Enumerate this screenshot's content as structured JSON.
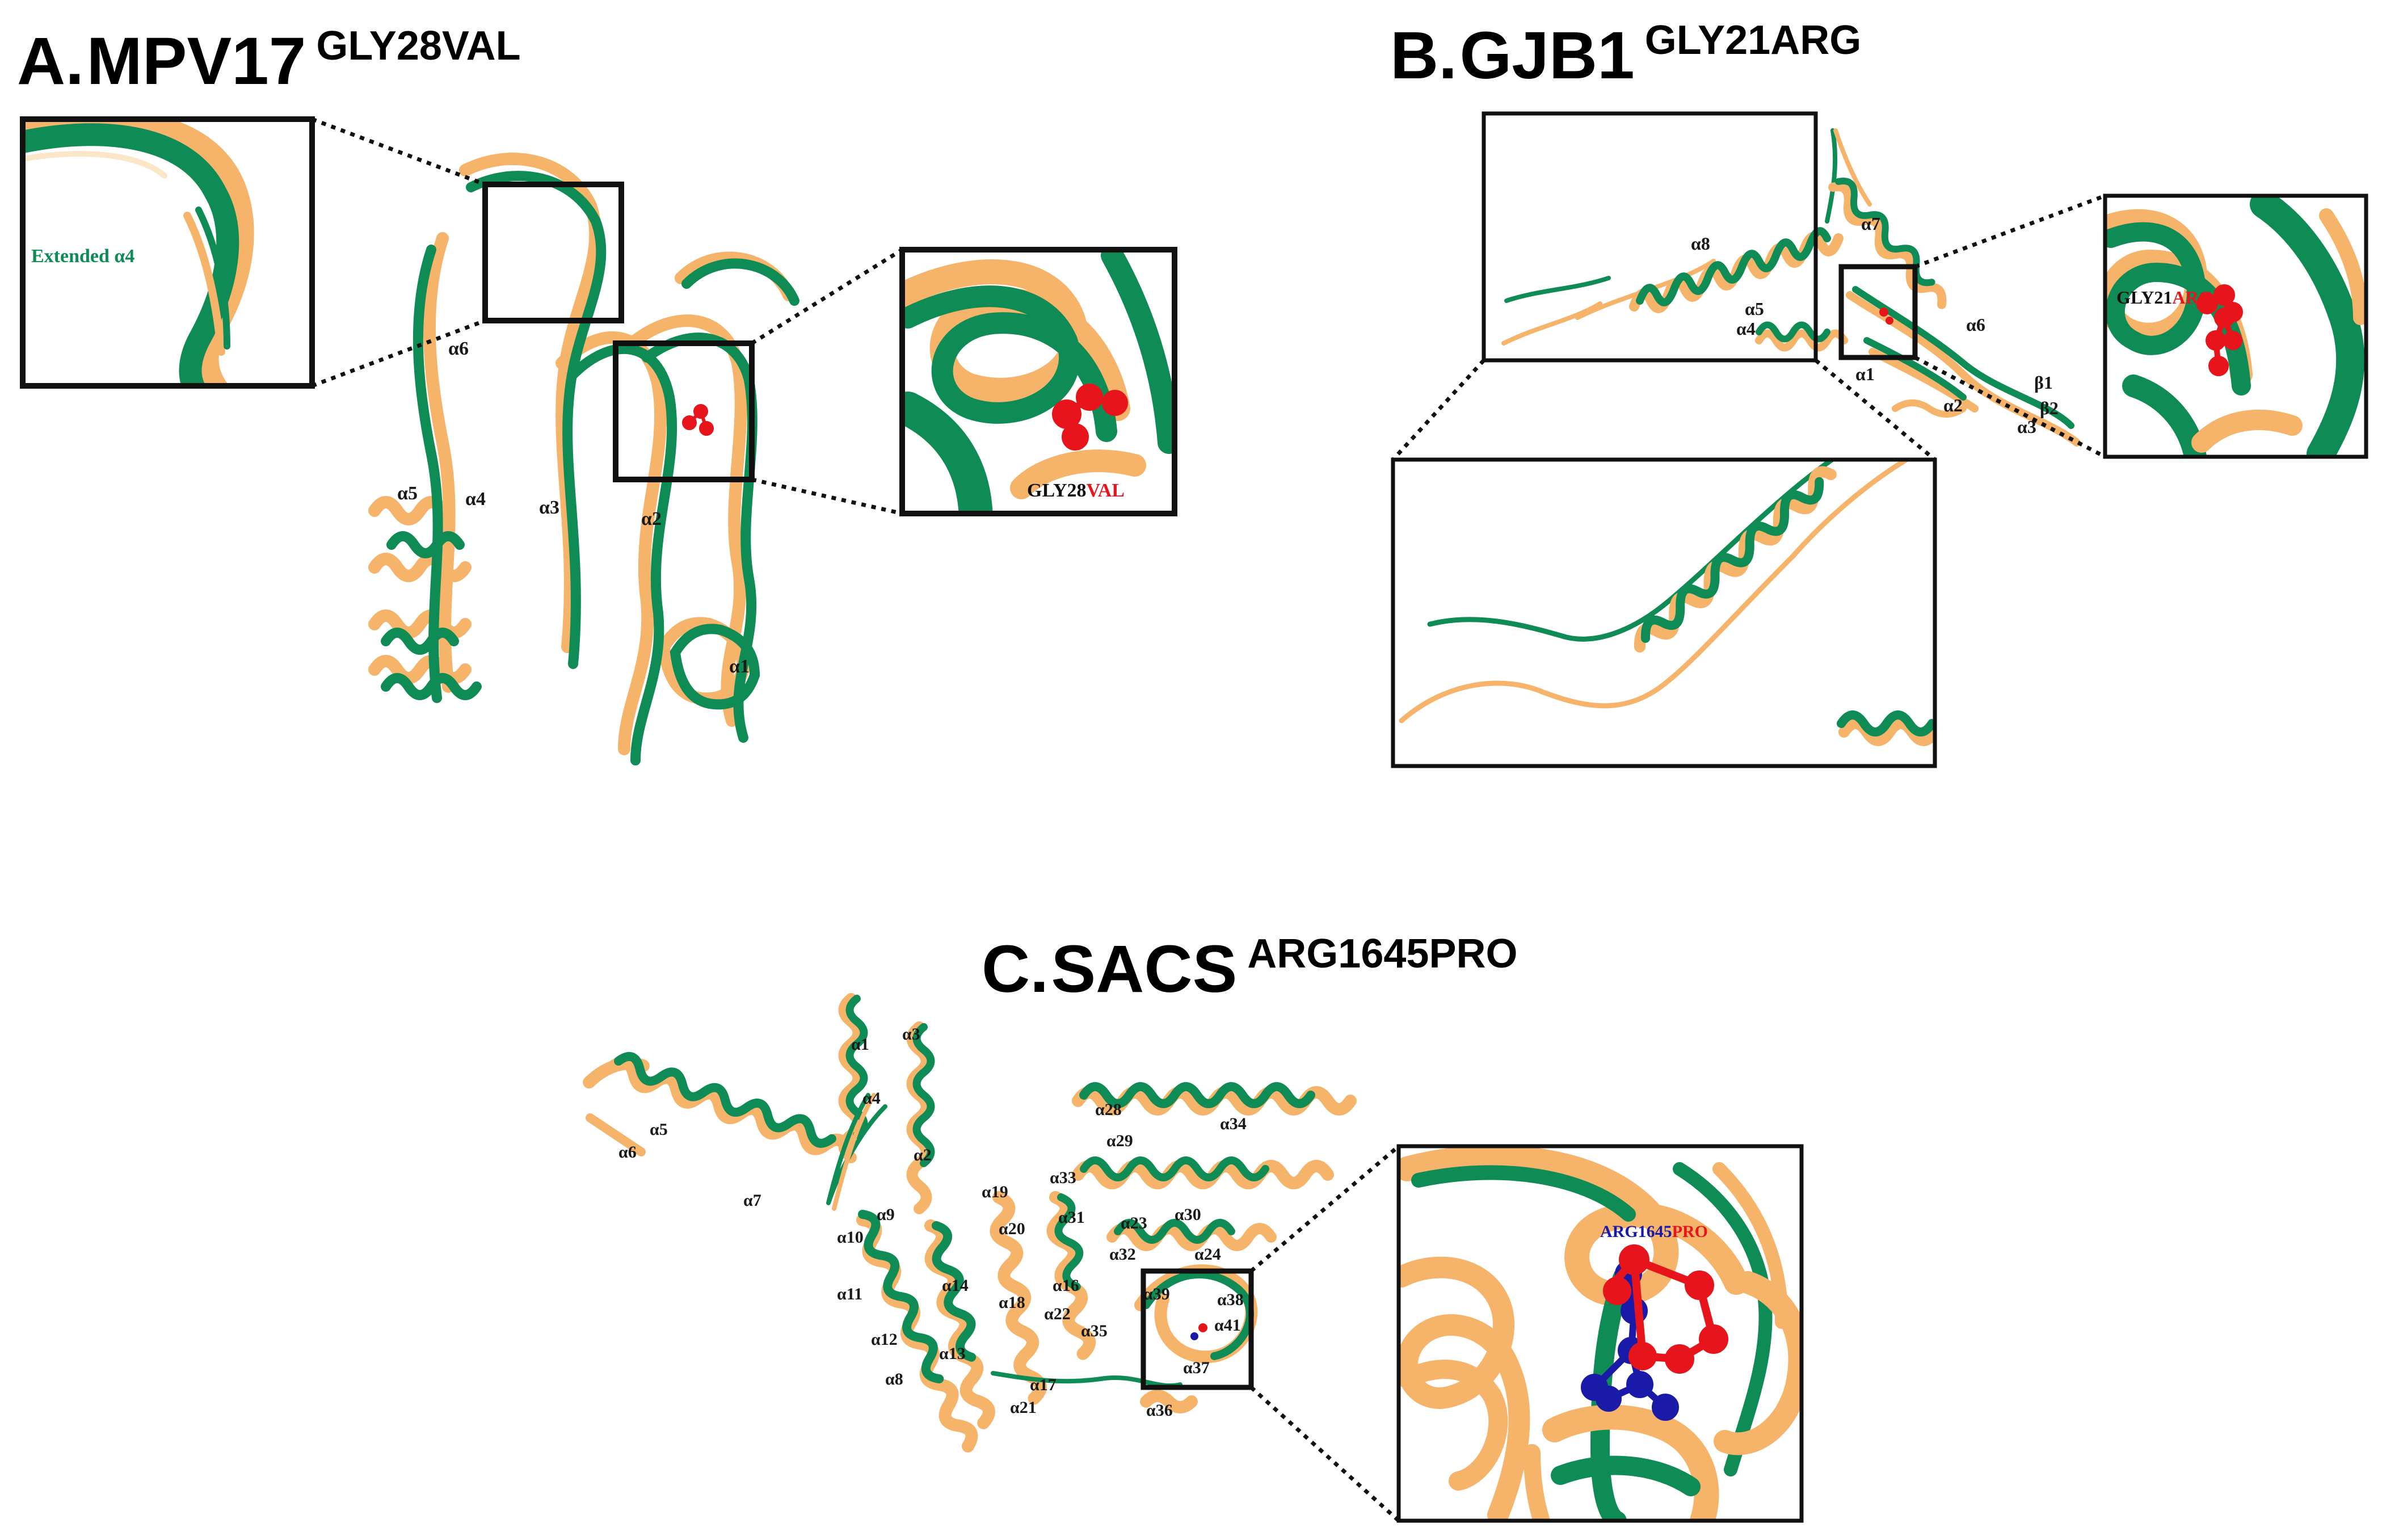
{
  "panels": {
    "a": {
      "letter": "A.",
      "gene": "MPV17",
      "variant": "GLY28VAL",
      "inset_label": "Extended α4",
      "zoom_label_wt": "GLY28",
      "zoom_label_mut": "VAL",
      "helices": [
        "α1",
        "α2",
        "α3",
        "α4",
        "α5",
        "α6"
      ]
    },
    "b": {
      "letter": "B.",
      "gene": "GJB1",
      "variant": "GLY21ARG",
      "zoom_label_wt": "GLY21",
      "zoom_label_mut": "ARG",
      "elements": [
        "α1",
        "α2",
        "α3",
        "α4",
        "α5",
        "α6",
        "α7",
        "α8",
        "β1",
        "β2"
      ]
    },
    "c": {
      "letter": "C.",
      "gene": "SACS",
      "variant": "ARG1645PRO",
      "zoom_label_wt": "ARG1645",
      "zoom_label_mut": "PRO",
      "helices": [
        "α1",
        "α2",
        "α3",
        "α4",
        "α5",
        "α6",
        "α7",
        "α8",
        "α9",
        "α10",
        "α11",
        "α12",
        "α13",
        "α14",
        "α16",
        "α17",
        "α18",
        "α19",
        "α20",
        "α21",
        "α22",
        "α23",
        "α24",
        "α28",
        "α29",
        "α30",
        "α31",
        "α32",
        "α33",
        "α34",
        "α35",
        "α36",
        "α37",
        "α38",
        "α39",
        "α41"
      ]
    }
  },
  "colors": {
    "wildtype": "#f6b36a",
    "mutant": "#0f8c55",
    "mutation": "#e8141b",
    "native_residue": "#1a1aa8"
  }
}
